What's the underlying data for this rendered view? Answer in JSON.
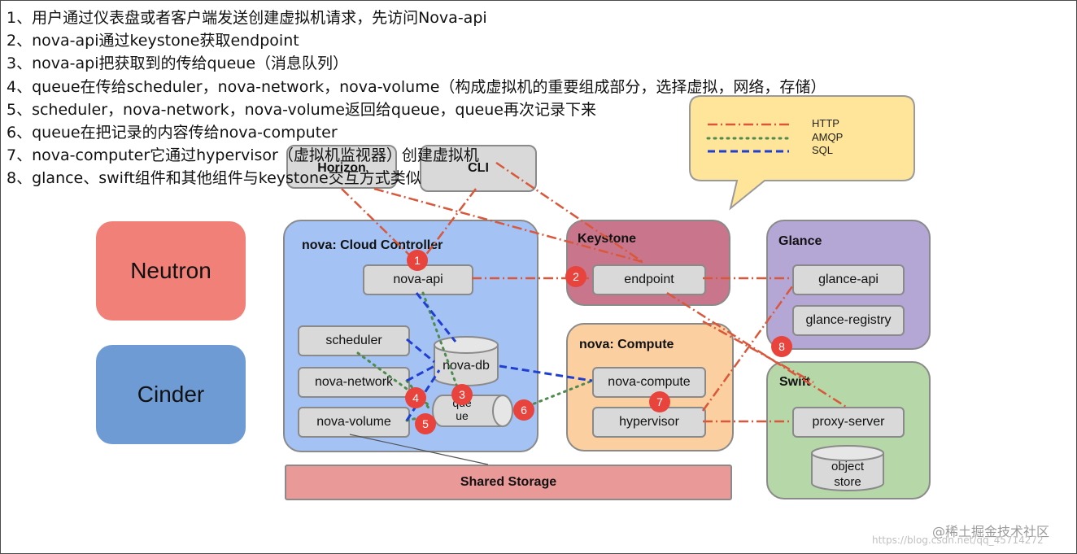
{
  "steps": [
    "1、用户通过仪表盘或者客户端发送创建虚拟机请求，先访问Nova-api",
    "2、nova-api通过keystone获取endpoint",
    "3、nova-api把获取到的传给queue（消息队列）",
    "4、queue在传给scheduler，nova-network，nova-volume（构成虚拟机的重要组成部分，选择虚拟，网络，存储）",
    "5、scheduler，nova-network，nova-volume返回给queue，queue再次记录下来",
    "6、queue在把记录的内容传给nova-computer",
    "7、nova-computer它通过hypervisor（虚拟机监视器）创建虚拟机",
    "8、glance、swift组件和其他组件与keystone交互方式类似"
  ],
  "legend": {
    "http": "HTTP",
    "amqp": "AMQP",
    "sql": "SQL"
  },
  "clients": {
    "horizon": "Horizon",
    "cli": "CLI"
  },
  "external": {
    "neutron": "Neutron",
    "cinder": "Cinder"
  },
  "controller": {
    "title": "nova: Cloud Controller",
    "nova_api": "nova-api",
    "scheduler": "scheduler",
    "nova_network": "nova-network",
    "nova_volume": "nova-volume",
    "nova_db": "nova-db",
    "queue_line1": "que",
    "queue_line2": "ue"
  },
  "keystone": {
    "title": "Keystone",
    "endpoint": "endpoint"
  },
  "glance": {
    "title": "Glance",
    "api": "glance-api",
    "registry": "glance-registry"
  },
  "compute": {
    "title": "nova: Compute",
    "nova_compute": "nova-compute",
    "hypervisor": "hypervisor"
  },
  "swift": {
    "title": "Swift",
    "proxy": "proxy-server",
    "object_line1": "object",
    "object_line2": "store"
  },
  "storage": {
    "shared": "Shared Storage"
  },
  "badges": [
    "1",
    "2",
    "3",
    "4",
    "5",
    "6",
    "7",
    "8"
  ],
  "watermark": {
    "brand": "@稀土掘金技术社区",
    "url": "https://blog.csdn.net/qq_45714272"
  },
  "colors": {
    "http": "#d9573a",
    "amqp": "#4f8a4f",
    "sql": "#1f3fd1",
    "neutron": "#f08078",
    "cinder": "#6f9bd4",
    "controller": "#a4c2f4",
    "keystone": "#c9768c",
    "glance": "#b4a7d6",
    "compute": "#fbcfa0",
    "swift": "#b6d7a8",
    "storage": "#ea9999",
    "legend": "#ffe599",
    "badge": "#e8433c"
  }
}
